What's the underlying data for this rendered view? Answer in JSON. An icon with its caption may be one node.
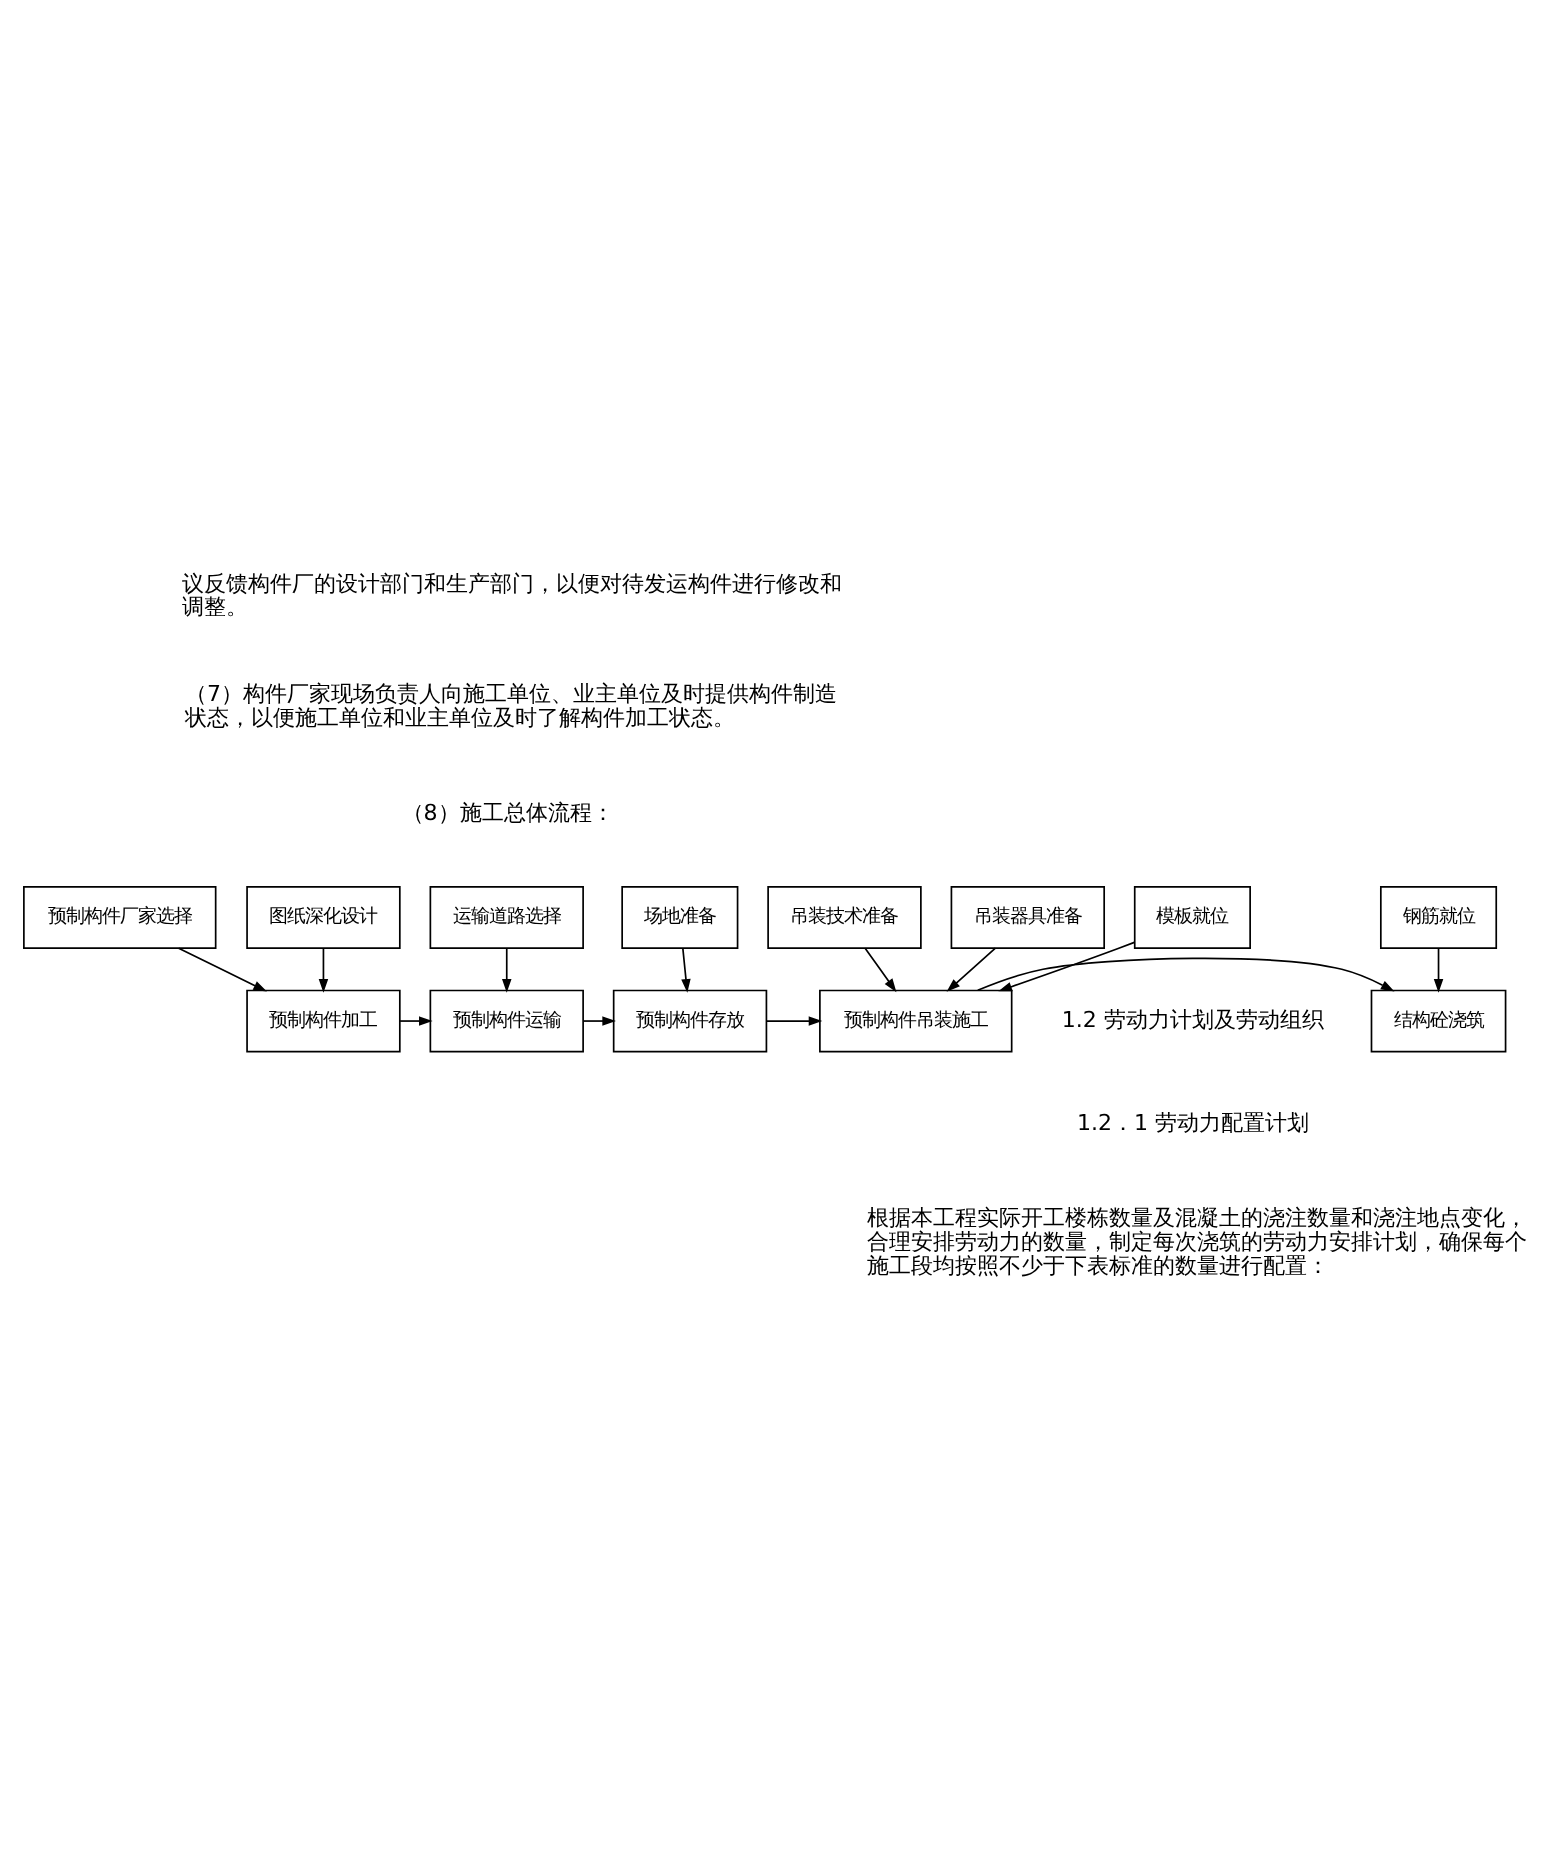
{
  "diagram": {
    "nodes": [
      {
        "text": [
          "预制构件厂家选择"
        ]
      },
      {
        "text": [
          "图纸深化设计"
        ]
      },
      {
        "text": [
          "预制构件加工"
        ]
      },
      {
        "text": [
          "运输道路选择"
        ]
      },
      {
        "text": [
          "预制构件运输"
        ]
      },
      {
        "text": [
          "场地准备"
        ]
      },
      {
        "text": [
          "预制构件存放"
        ]
      },
      {
        "text": [
          "吊装技术准备"
        ]
      },
      {
        "text": [
          "预制构件吊装施工"
        ]
      },
      {
        "text": [
          "吊装器具准备"
        ]
      },
      {
        "text": [
          "模板就位"
        ]
      },
      {
        "text": [
          "钢筋就位"
        ]
      },
      {
        "text": [
          "结构砼浇筑"
        ]
      }
    ],
    "edges": [
      {
        "from": 0,
        "to": 2,
        "arrow": "to"
      },
      {
        "from": 1,
        "to": 2,
        "arrow": "to"
      },
      {
        "from": 2,
        "to": 4,
        "arrow": "to"
      },
      {
        "from": 3,
        "to": 4,
        "arrow": "to"
      },
      {
        "from": 4,
        "to": 6,
        "arrow": "to"
      },
      {
        "from": 5,
        "to": 6,
        "arrow": "to"
      },
      {
        "from": 6,
        "to": 8,
        "arrow": "to"
      },
      {
        "from": 7,
        "to": 8,
        "arrow": "to"
      },
      {
        "from": 9,
        "to": 8,
        "arrow": "to"
      },
      {
        "from": 10,
        "to": 8,
        "arrow": "to"
      },
      {
        "from": 8,
        "to": 12,
        "arrow": "to"
      },
      {
        "from": 11,
        "to": 12,
        "arrow": "to"
      }
    ],
    "labels": [
      "议反馈构件厂的设计部门和生产部门，以便对待发运构件进行修改和调整。",
      "（7）构件厂家现场负责人向施工单位、业主单位及时提供构件制造状态，以便施工单位和业主单位及时了解构件加工状态。",
      "（8）施工总体流程：",
      "1.2 劳动力计划及劳动组织",
      "1.2．1 劳动力配置计划",
      "根据本工程实际开工楼栋数量及混凝土的浇注数量和浇注地点变化，合理安排劳动力的数量，制定每次浇筑的劳动力安排计划，确保每个施工段均按照不少于下表标准的数量进行配置："
    ]
  }
}
